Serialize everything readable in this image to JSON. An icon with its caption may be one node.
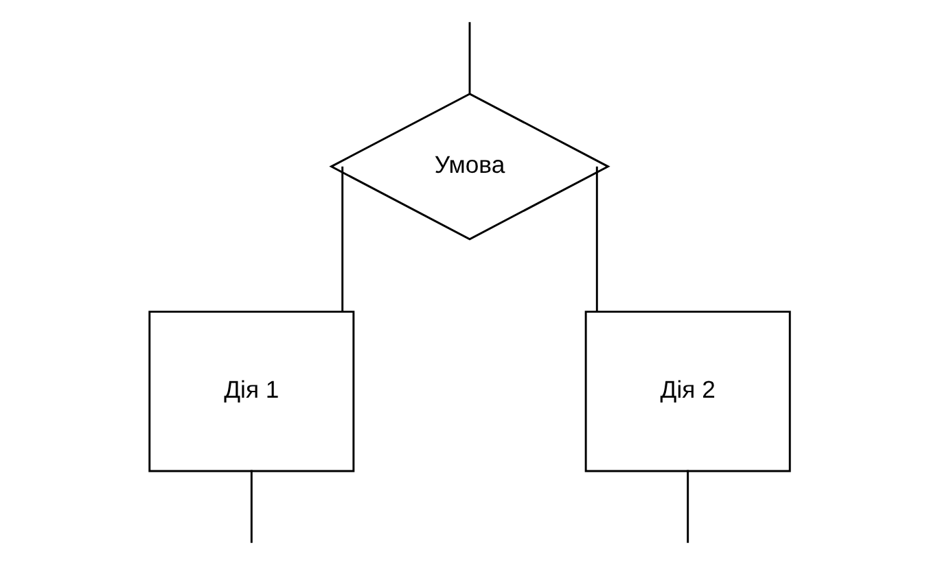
{
  "diagram": {
    "nodes": [
      {
        "text": [
          "Умова"
        ]
      },
      {
        "text": [
          "Дія 1"
        ]
      },
      {
        "text": [
          "Дія 2"
        ]
      }
    ],
    "edges": [
      {
        "from": null,
        "to": 0,
        "arrow": "none"
      },
      {
        "from": 0,
        "to": 1,
        "arrow": "none"
      },
      {
        "from": 0,
        "to": 2,
        "arrow": "none"
      },
      {
        "from": 1,
        "to": null,
        "arrow": "none"
      },
      {
        "from": 2,
        "to": null,
        "arrow": "none"
      }
    ]
  }
}
